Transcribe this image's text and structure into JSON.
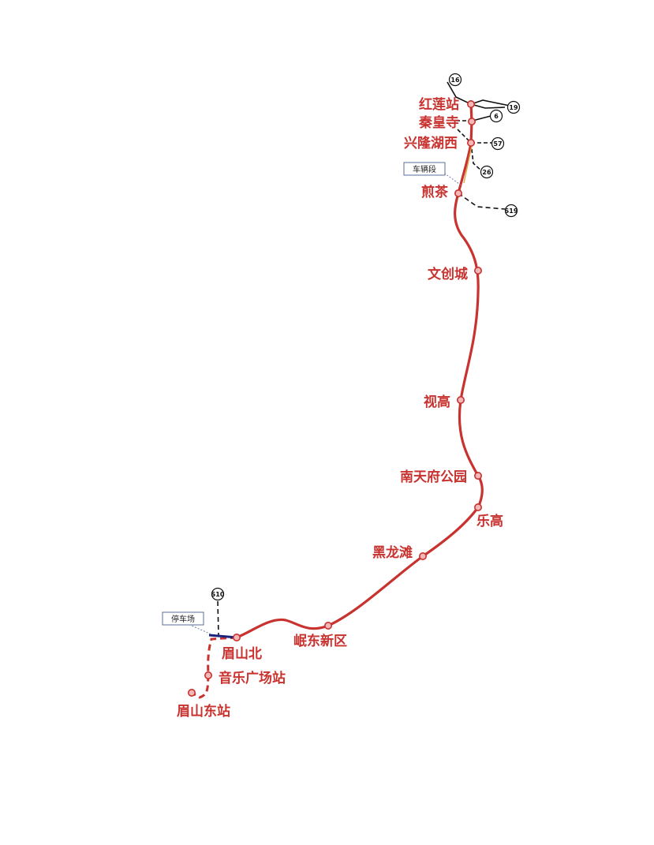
{
  "line_color": "#c8322f",
  "stations": [
    {
      "id": "honglian",
      "name": "红莲站"
    },
    {
      "id": "qinhuangsi",
      "name": "秦皇寺"
    },
    {
      "id": "xinglonghuxi",
      "name": "兴隆湖西"
    },
    {
      "id": "jiancha",
      "name": "煎茶"
    },
    {
      "id": "wenchuangcheng",
      "name": "文创城"
    },
    {
      "id": "shigao",
      "name": "视高"
    },
    {
      "id": "nantianfu",
      "name": "南天府公园"
    },
    {
      "id": "legao",
      "name": "乐高"
    },
    {
      "id": "heilongtan",
      "name": "黑龙滩"
    },
    {
      "id": "mindongxinqu",
      "name": "岷东新区"
    },
    {
      "id": "meishanbei",
      "name": "眉山北"
    },
    {
      "id": "yinleguangchang",
      "name": "音乐广场站"
    },
    {
      "id": "meishandong",
      "name": "眉山东站"
    }
  ],
  "interchanges": [
    {
      "id": "l16",
      "label": "16"
    },
    {
      "id": "l19",
      "label": "19"
    },
    {
      "id": "l6",
      "label": "6"
    },
    {
      "id": "l57",
      "label": "57"
    },
    {
      "id": "l26",
      "label": "26"
    },
    {
      "id": "s19",
      "label": "S19"
    },
    {
      "id": "s10",
      "label": "S10"
    }
  ],
  "depots": [
    {
      "id": "depot-north",
      "label": "车辆段"
    },
    {
      "id": "depot-south",
      "label": "停车场"
    }
  ]
}
